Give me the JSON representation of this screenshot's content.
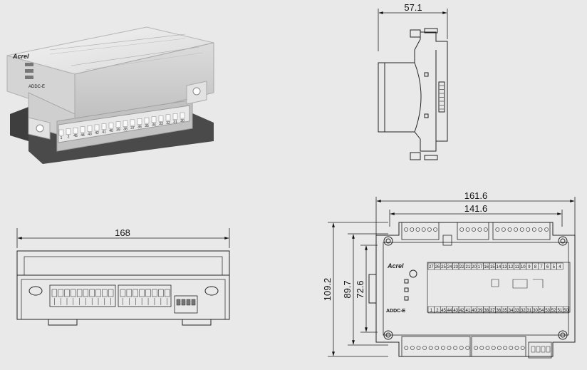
{
  "dimensions": {
    "side_width": "57.1",
    "front_width": "168",
    "top_outer_width": "161.6",
    "top_inner_width": "141.6",
    "top_height_outer": "109.2",
    "top_height_mid": "89.7",
    "top_height_inner": "72.6"
  },
  "labels": {
    "brand": "Acrel",
    "model": "ADDC-E",
    "top_terminals": [
      "27",
      "26",
      "25",
      "24",
      "23",
      "22",
      "21",
      "20",
      "17",
      "16",
      "15",
      "14",
      "13",
      "12",
      "11",
      "10",
      "9",
      "8",
      "7",
      "6",
      "5",
      "4"
    ],
    "bottom_terminals": [
      "1",
      "2",
      "45",
      "44",
      "43",
      "42",
      "41",
      "40",
      "39",
      "38",
      "37",
      "36",
      "35",
      "34",
      "33",
      "32",
      "31",
      "30",
      "54",
      "53",
      "52",
      "51",
      "50"
    ],
    "photo_bottom_terminals": [
      "1",
      "2",
      "45",
      "44",
      "43",
      "42",
      "41",
      "40",
      "39",
      "38",
      "37",
      "36",
      "35",
      "34",
      "33",
      "32",
      "31",
      "30"
    ]
  }
}
